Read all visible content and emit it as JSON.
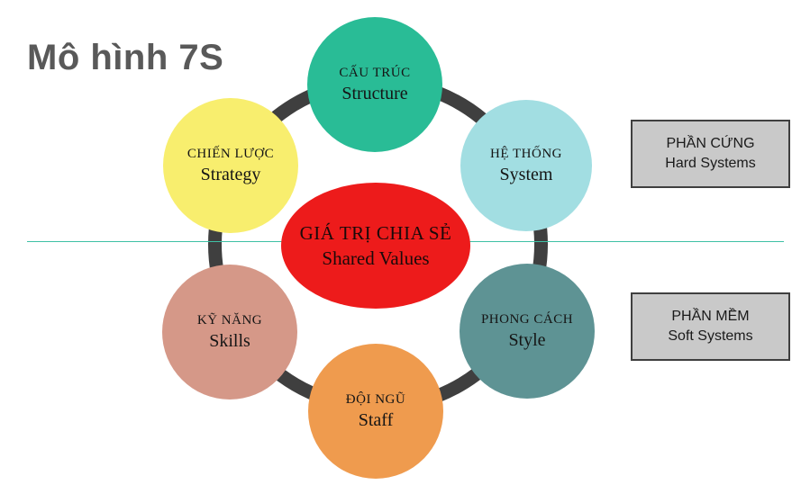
{
  "title": "Mô hình 7S",
  "diagram": {
    "center": {
      "label_vi": "GIÁ TRỊ CHIA SẺ",
      "label_en": "Shared Values",
      "color": "#ED1B1B"
    },
    "nodes": [
      {
        "id": "structure",
        "label_vi": "CẤU TRÚC",
        "label_en": "Structure",
        "color": "#29BC96"
      },
      {
        "id": "strategy",
        "label_vi": "CHIẾN LƯỢC",
        "label_en": "Strategy",
        "color": "#F8EE6E"
      },
      {
        "id": "system",
        "label_vi": "HỆ THỐNG",
        "label_en": "System",
        "color": "#A2DEE2"
      },
      {
        "id": "skills",
        "label_vi": "KỸ NĂNG",
        "label_en": "Skills",
        "color": "#D59888"
      },
      {
        "id": "style",
        "label_vi": "PHONG CÁCH",
        "label_en": "Style",
        "color": "#5E9394"
      },
      {
        "id": "staff",
        "label_vi": "ĐỘI NGŨ",
        "label_en": "Staff",
        "color": "#EF9B4E"
      }
    ],
    "ring_color": "#3F3F3F",
    "divider_color": "#3FC1A5",
    "legend": [
      {
        "id": "hard",
        "label_vi": "PHẦN CỨNG",
        "label_en": "Hard Systems",
        "fill": "#C9C9C9"
      },
      {
        "id": "soft",
        "label_vi": "PHẦN MỀM",
        "label_en": "Soft Systems",
        "fill": "#C9C9C9"
      }
    ]
  }
}
